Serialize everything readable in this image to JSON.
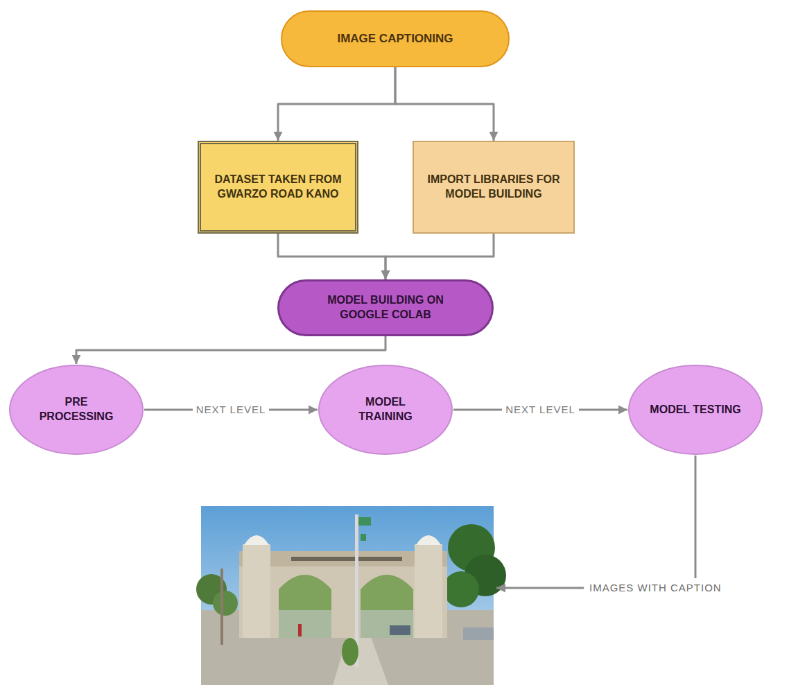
{
  "diagram": {
    "nodes": [
      {
        "text": [
          "IMAGE CAPTIONING"
        ]
      },
      {
        "text": [
          "DATASET TAKEN FROM GWARZO ROAD KANO"
        ]
      },
      {
        "text": [
          "IMPORT LIBRARIES FOR MODEL BUILDING"
        ]
      },
      {
        "text": [
          "MODEL BUILDING ON GOOGLE COLAB"
        ]
      },
      {
        "text": [
          "PRE PROCESSING"
        ]
      },
      {
        "text": [
          "MODEL TRAINING"
        ]
      },
      {
        "text": [
          "MODEL TESTING"
        ]
      }
    ],
    "edges": [
      {
        "from": 0,
        "to": 1,
        "arrow": "to"
      },
      {
        "from": 0,
        "to": 2,
        "arrow": "to"
      },
      {
        "from": 1,
        "to": 3,
        "arrow": "to"
      },
      {
        "from": 2,
        "to": 3,
        "arrow": "to"
      },
      {
        "from": 3,
        "to": 4,
        "arrow": "to"
      },
      {
        "from": 4,
        "to": 5,
        "label": "NEXT LEVEL",
        "arrow": "to"
      },
      {
        "from": 5,
        "to": 6,
        "label": "NEXT LEVEL",
        "arrow": "to"
      }
    ],
    "labels": [
      "IMAGES WITH CAPTION"
    ]
  }
}
